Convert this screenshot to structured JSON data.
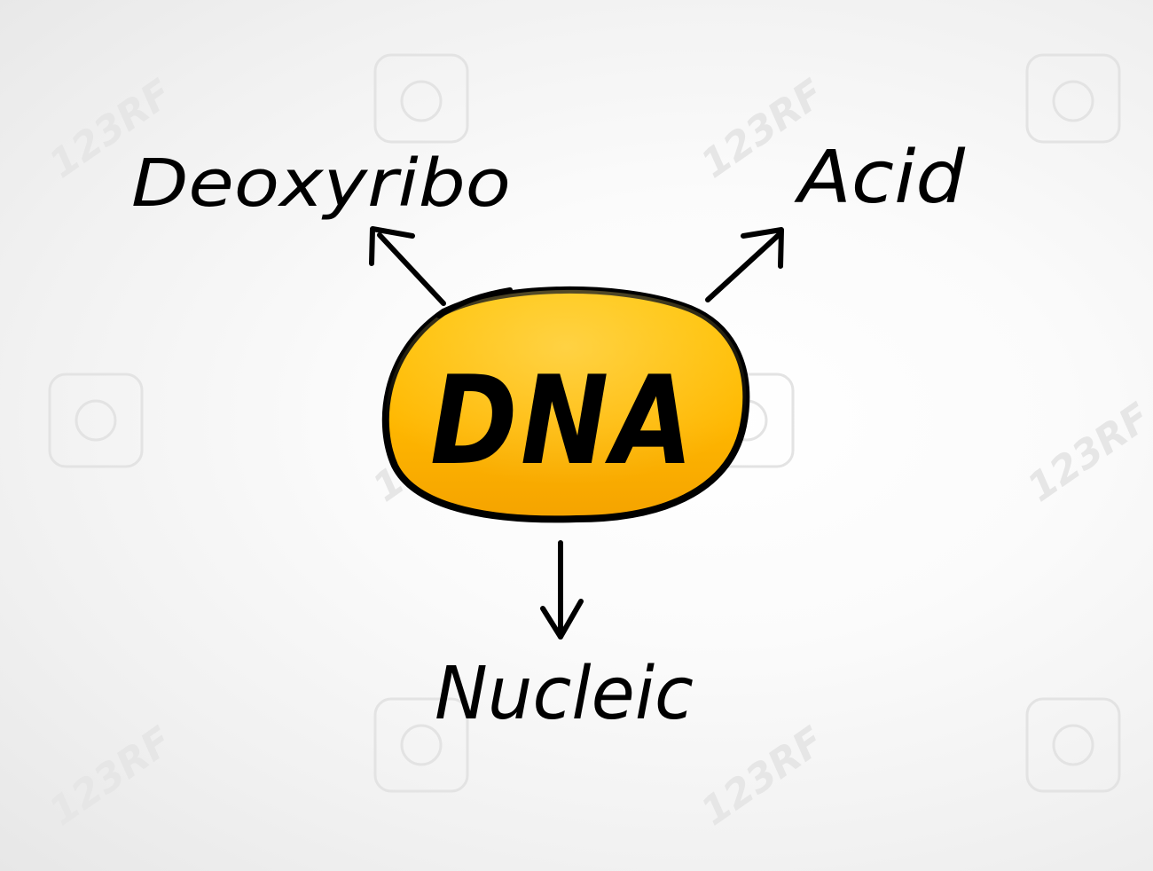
{
  "diagram": {
    "center_label": "DNA",
    "labels": {
      "top_left": "Deoxyribo",
      "top_right": "Acid",
      "bottom": "Nucleic"
    }
  },
  "watermark": {
    "text": "123RF"
  },
  "colors": {
    "ellipse_fill_top": "#FFC300",
    "ellipse_fill_bottom": "#F5A300",
    "ink": "#000000",
    "watermark": "#e2e2e2"
  }
}
